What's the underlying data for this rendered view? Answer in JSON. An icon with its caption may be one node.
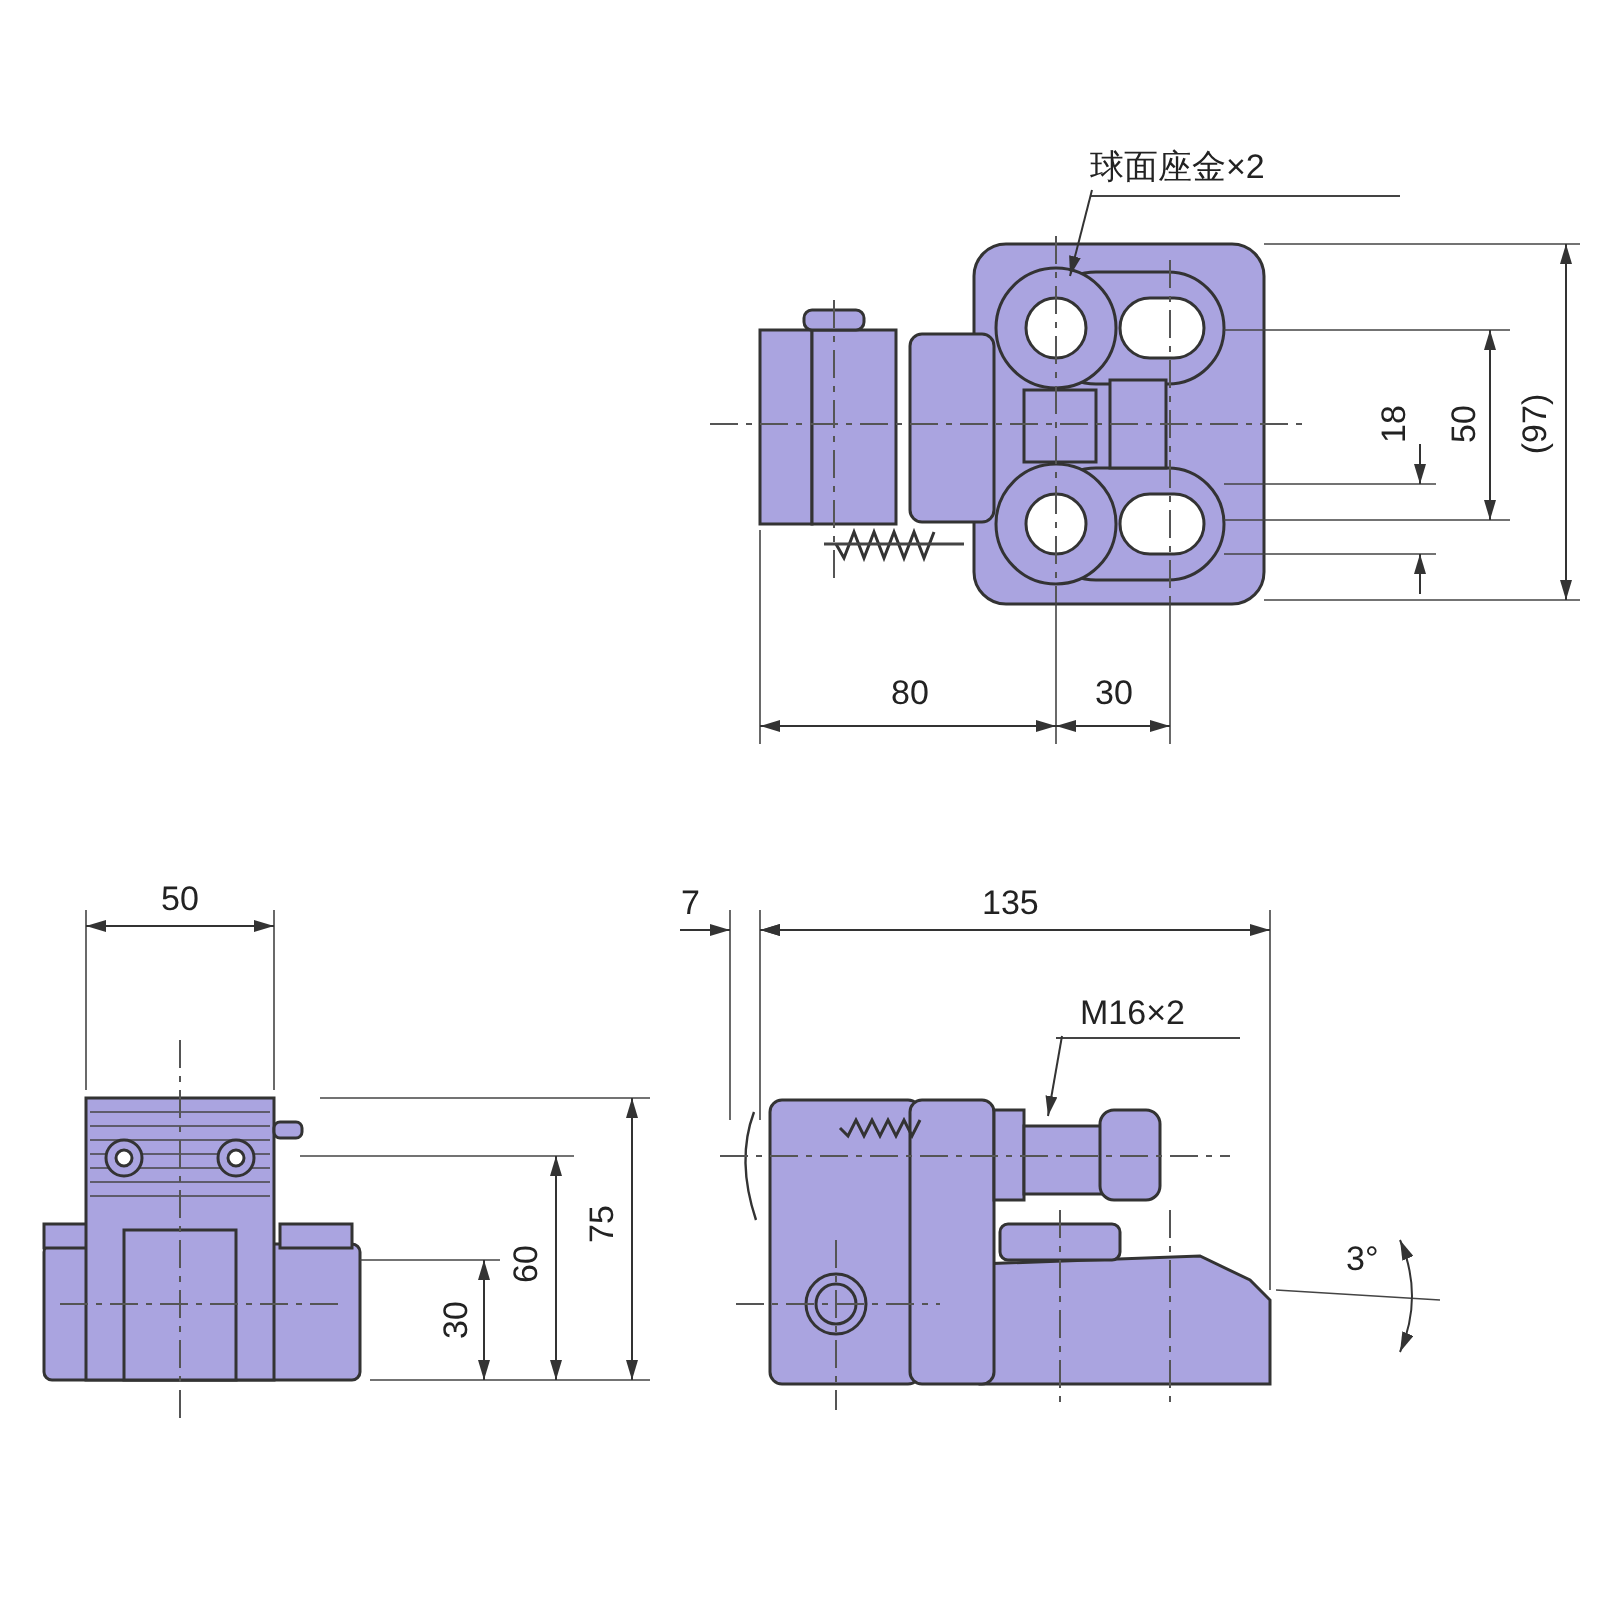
{
  "diagram": {
    "nodes": [
      {
        "text": [
          "球面座金×2"
        ]
      },
      {
        "text": [
          "M16×2"
        ]
      }
    ],
    "edges": [
      {
        "from": 0,
        "to": null,
        "arrow": "to"
      },
      {
        "from": 1,
        "to": null,
        "arrow": "to"
      }
    ],
    "labels": [
      "18",
      "50",
      "(97)",
      "80",
      "30",
      "50",
      "30",
      "60",
      "75",
      "7",
      "135",
      "3°"
    ]
  }
}
